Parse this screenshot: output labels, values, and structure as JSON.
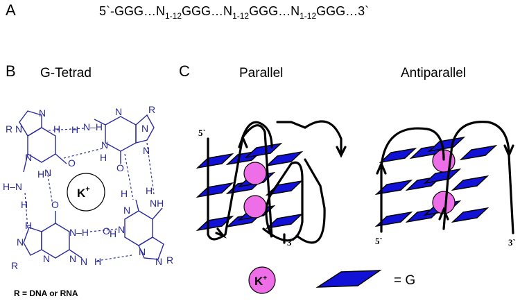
{
  "panelA": {
    "label": "A",
    "seq": {
      "p1": "5`-GGG…N",
      "s1": "1-12",
      "p2": "GGG…N",
      "s2": "1-12",
      "p3": "GGG…N",
      "s3": "1-12",
      "p4": "GGG…3`"
    }
  },
  "panelB": {
    "label": "B",
    "title": "G-Tetrad",
    "ion": "K",
    "ion_charge": "+",
    "footnote": "R = DNA or RNA",
    "atoms": {
      "R": "R",
      "N": "N",
      "H": "H",
      "HN": "H–N",
      "NH": "N–H",
      "O": "O",
      "NH2": "NH",
      "HN2": "H"
    }
  },
  "panelC": {
    "label": "C",
    "parallel_title": "Parallel",
    "antiparallel_title": "Antiparallel",
    "five_prime": "5`",
    "three_prime": "3`",
    "legend_ion": "K",
    "legend_charge": "+",
    "legend_text": "= G"
  },
  "colors": {
    "tile": "#1212d6",
    "ion": "#ee6ee8",
    "chem": "#2b2b9c"
  }
}
